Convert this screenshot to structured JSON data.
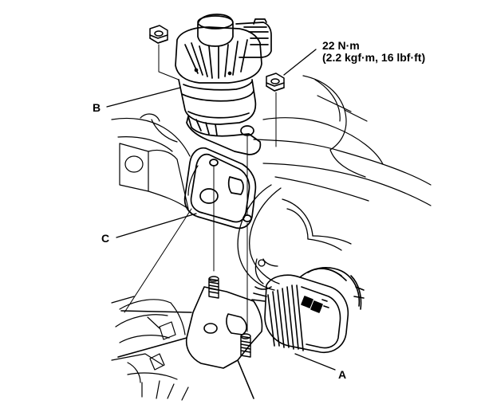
{
  "torque": {
    "line1": "22 N·m",
    "line2": "(2.2 kgf·m, 16 lbf·ft)"
  },
  "labels": {
    "a": "A",
    "b": "B",
    "c": "C"
  }
}
